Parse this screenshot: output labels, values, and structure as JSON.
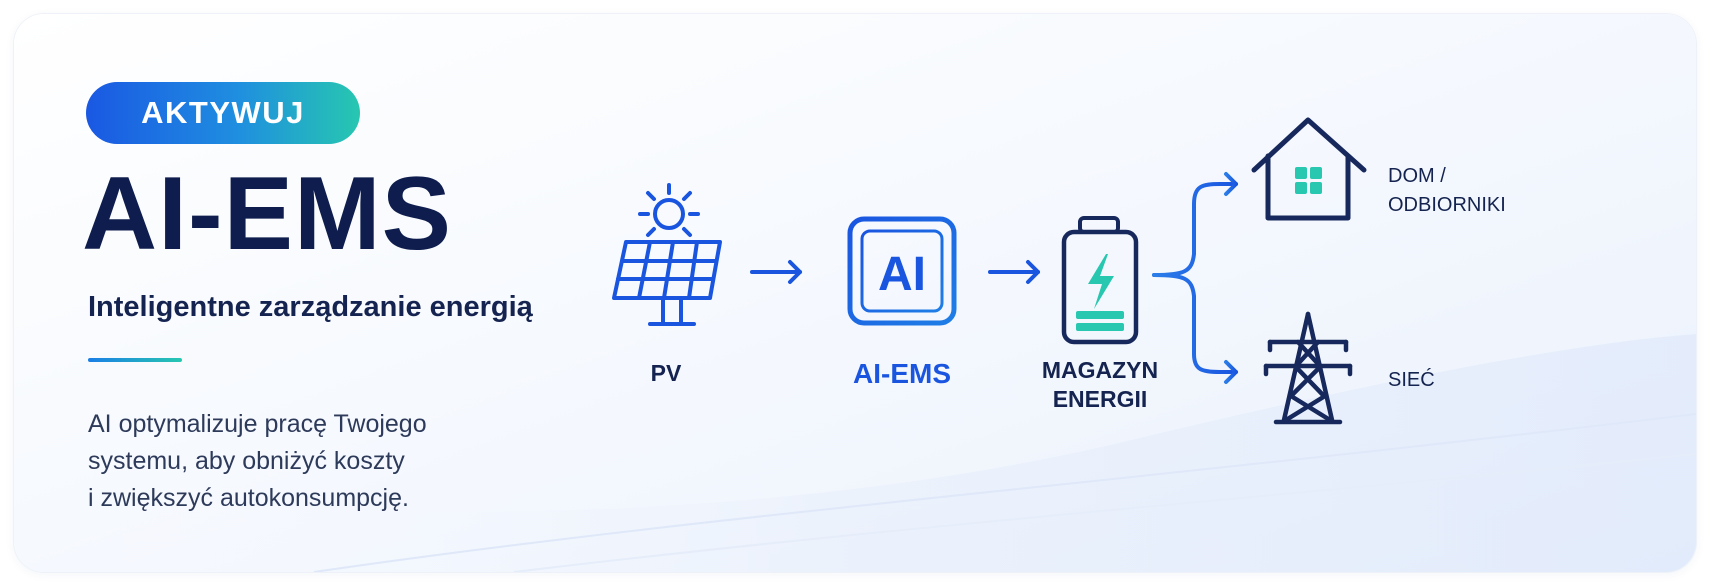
{
  "badge": {
    "label": "AKTYWUJ"
  },
  "hero": {
    "title": "AI-EMS",
    "subtitle": "Inteligentne zarządzanie energią",
    "description_lines": [
      "AI optymalizuje pracę Twojego",
      "systemu, aby obniżyć koszty",
      "i zwiększyć autokonsumpcję."
    ]
  },
  "flow": {
    "pv": {
      "icon": "solar-panel-icon",
      "label": "PV"
    },
    "ems": {
      "icon": "ai-chip-icon",
      "chip_text": "AI",
      "label": "AI-EMS"
    },
    "storage": {
      "icon": "battery-icon",
      "label_lines": [
        "MAGAZYN",
        "ENERGII"
      ]
    },
    "home": {
      "icon": "house-icon",
      "label_lines": [
        "DOM /",
        "ODBIORNIKI"
      ]
    },
    "grid": {
      "icon": "power-pylon-icon",
      "label": "SIEĆ"
    }
  },
  "colors": {
    "navy": "#0e1d4d",
    "blue": "#1a55e0",
    "teal": "#27c7b0",
    "dark_blue": "#16285c"
  }
}
